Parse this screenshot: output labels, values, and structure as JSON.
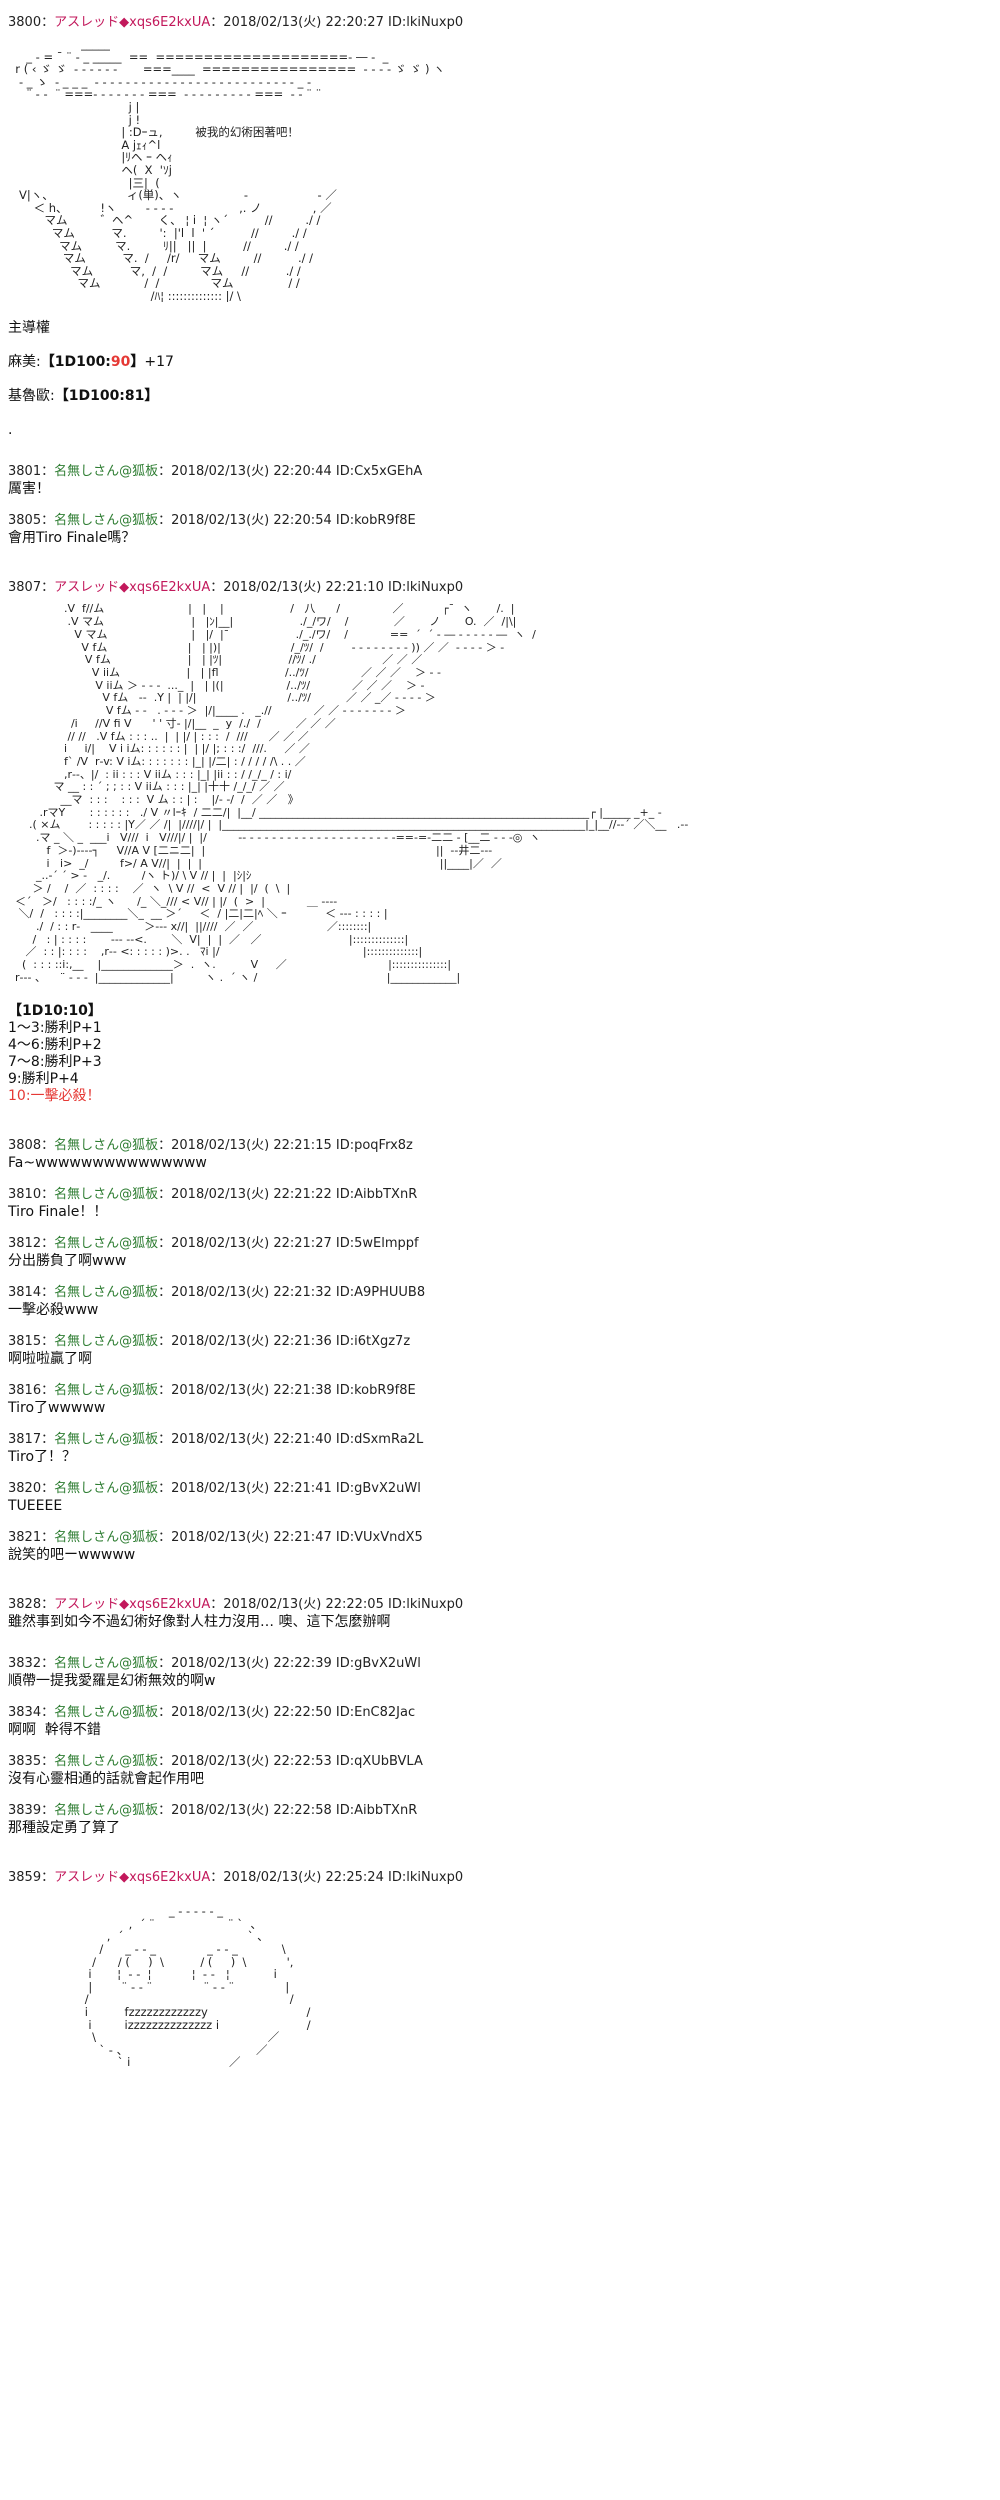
{
  "posts": [
    {
      "id": "p3800",
      "num": "3800",
      "name": "アスレッド",
      "trip": "◆xqs6E2kxUA",
      "date": "2018/02/13(火) 22:20:27",
      "uid": "ID:lkiNuxp0",
      "op": true,
      "aa": "                    _____\n     _ ‐ = ¯ ¨ ‐ _ _____  ==  ====================‐ ― ‐  _\n  r ( ‹ ゞ ゞ  ‐ ‐ ‐ ‐ ‐ ‐       ===____  ================  ‐ ‐ ‐ ‐ ゞ ゞ ) ヽ\n   ‐ _ ゝ  ‐ _ _ _  ‐ ‐ ‐ ‐ ‐ ‐ ‐ ‐ ‐ ‐ ‐ ‐ ‐ ‐ ‐ ‐ ‐ ‐ ‐ ‐ ‐ ‐ ‐ ‐ ‐ ‐ _ ‐\n     ¨ ‐ ‐  ¨ ===‐ ‐ ‐ ‐ ‐ ‐ ‐ ===  ‐ ‐ ‐ ‐ ‐ ‐ ‐ ‐ ‐ ===  ‐ ‐ ¨ ¨\n                                 j |\n                                 j !\n                               | :Dｰュ,         被我的幻術困著吧！\n                               A jｪｨ^l\n                               |ﾘヘ ｰ ヘｨ\n                               ヘ(  X  'ｿj\n                                 |三|  (\n   V|ヽ、                    ィ(単)、ヽ                 ‐                   ‐ ／\n       ＜ h、         !ヽ        ‐ ‐ ‐ ‐                  ,. ノ              , ／\n          マム         ゛ヘ^       く、 ¦ i  ¦ ヽ´          //         ./ /\n            マム          マ.         ':  |'l  l  ' ´          //         ./ /\n              マム         マ.         ﾘ||   ||  |          //         ./ /\n               マム          マ.  /     /r/     マム         //          ./ /\n                 マム          マ,  /  /         マム     //          ./ /\n                   マム            /  /              マム               / /\n                                       /ﾊ¦ :::::::::::::: |/ \\"
    },
    {
      "id": "p3800b",
      "lines": [
        "主導權",
        "",
        "麻美:【1D100:90】+17",
        "",
        "基魯歐:【1D100:81】",
        "",
        "."
      ]
    },
    {
      "id": "p3801",
      "num": "3801",
      "name": "名無しさん@狐板",
      "date": "2018/02/13(火) 22:20:44",
      "uid": "ID:Cx5xGEhA",
      "lines": [
        "厲害！"
      ]
    },
    {
      "id": "p3805",
      "num": "3805",
      "name": "名無しさん@狐板",
      "date": "2018/02/13(火) 22:20:54",
      "uid": "ID:kobR9f8E",
      "lines": [
        "會用Tiro Finale嗎？"
      ]
    },
    {
      "id": "p3807",
      "num": "3807",
      "name": "アスレッド",
      "trip": "◆xqs6E2kxUA",
      "date": "2018/02/13(火) 22:21:10",
      "uid": "ID:lkiNuxp0",
      "op": true,
      "aa": "                .V  f//ム                        |   |    |                   /   八      /               ／           ┌¯  ヽ       /.  |\n                 .V マム                         |   |ﾝ|__|                   ./_/ワ/    /             ／       ノ       O.  ／  /|\\|\n                   V マム                        |   |/  |¯                   ./_./ワ/    /            ==  ´  ´ ‐ ― ‐ ‐ ‐ ‐ ‐ ―  ヽ  /\n                     V fム                       |   | |)|                    /_/ﾂ/  /        ‐ ‐ ‐ ‐ ‐ ‐ ‐ ‐ )) ／ ／  ‐ ‐ ‐ ‐ ＞ ‐\n                      V fム                      |   | |ﾂ|                   //ﾂ/ ./                   ／ ／ ／\n                        V iiム                   |   | |fl                   /../ﾂ/               ／ ／ ／    ＞ ‐ ‐\n                         V iiム ＞ ‐ ‐ ‐  ..._  |   | |(|                  /../ﾂ/            ／ ／ ／    ＞ ‐\n                           V fム   ‐‐  .Y |  | |/|                          /../ﾂ/          ／ ／ _／ ‐ ‐ ‐ ‐ ＞\n                            V fム ‐ ‐   . ‐ ‐ ‐ ＞  |/|____ .   _.//            ／ ／ ‐ ‐ ‐ ‐ ‐ ‐ ‐ ＞\n                  /i     //V fi V      ' ' 寸‐ |/|__  _  y  /./  /          ／ ／ ／\n                 // //   .V fム : : : ..  |  | |/ | : : :  /  ///      ／ ／ ／\n                i     i/|    V i iム: : : : : : |  | |/ |; : : :/  ///.     ／ ／\n                f` /V  r‐v: V iム: : : : : : : |_| |/二| : / / / / /\\ . . ／\n                ,r‐‐、|/  : ii : : : V iiム : : : |_| |ii : : / /_/_ / : i/\n             マ __ : : ´ ; ; : : V iiム : : : |_| |十十 /_/_/ ／ ／\n               __マ  : : :    : : :  V ム : : | :    |/‐ ‐/  /  ／ ／   》\n         .rマY       : : : : : :   ./ V 〃lｰｷ  / 二二/|  |__/ ____________________________________________________________┌ |_____ _+_ -\n      .( ×ム        : : : : : |Y／ ／ /|  |////|/ |  |__________________________________________________________________|_|__//‐‐´ ／＼__   .‐‐\n        .マ _ ＼ _  ___i   V///  i   V///|/ |  |/         ‐‐ ‐ ‐ ‐ ‐ ‐ ‐ ‐ ‐ ‐ ‐ ‐ ‐ ‐ ‐ ‐ ‐ ‐ ‐ ‐ ‐==‐=‐二二 ‐ [__二 ‐ ‐ ‐◎  ヽ\n           f  ＞‐)‐‐‐‐┐     V//A V [二ニ二|  |                                                                  ||  ‐‐井二‐‐‐\n           i   i>  _/         f>/ A V//|  |  |  |                                                                    ||____|／  ／\n        _..-´ ´ > ‐   _/.         /ヽ ト)/ \\ V // |  |  |ｼ|ｼ\n       ＞ /    /  ／  : : : :    ／  ヽ  \\ V //  <  V // |  |/  (  \\  |\n  ＜´   ＞/   : : : :/_ ヽ      /_ ＼_/// < V// | |/  (  >  |            ＿ ‐‐‐‐\n   ＼/  /   : : : :|________＼_  __ ＞´     ＜  / |二|二|ﾍ ＼ ｰ           ＜ ‐‐‐ : : : : |\n        ./  / : : r‐   ____         ＞‐‐‐ x//|  ||////  ／  ／                     ／::::::::|\n       /   : | : : : :       ‐‐‐ ‐‐<.       ＼  V|  |  |  ／   ／                         |::::::::::::::|\n     ／  : : |: : : :    ,r‐‐ <: : : : : )>. .   ﾏi |/                                         |::::::::::::::|\n    (  : : : ::i:,__    |_____________＞  .  ヽ.          V     ／                             |:::::::::::::::|\n  r‐‐‐ 、    ¨ ‐ ‐ ‐  |_____________|         ヽ .  ´ ヽ /                                     |____________|"
    },
    {
      "id": "p3807b",
      "lines": [
        "【1D10:10】",
        "1～3:勝利P+1",
        "4～6:勝利P+2",
        "7～8:勝利P+3",
        "9:勝利P+4",
        "10:一擊必殺！"
      ]
    },
    {
      "id": "p3808",
      "num": "3808",
      "name": "名無しさん@狐板",
      "date": "2018/02/13(火) 22:21:15",
      "uid": "ID:poqFrx8z",
      "lines": [
        "Fa~wwwwwwwwwwwwwww"
      ]
    },
    {
      "id": "p3810",
      "num": "3810",
      "name": "名無しさん@狐板",
      "date": "2018/02/13(火) 22:21:22",
      "uid": "ID:AibbTXnR",
      "lines": [
        "Tiro Finale！！"
      ]
    },
    {
      "id": "p3812",
      "num": "3812",
      "name": "名無しさん@狐板",
      "date": "2018/02/13(火) 22:21:27",
      "uid": "ID:5wElmppf",
      "lines": [
        "分出勝負了啊www"
      ]
    },
    {
      "id": "p3814",
      "num": "3814",
      "name": "名無しさん@狐板",
      "date": "2018/02/13(火) 22:21:32",
      "uid": "ID:A9PHUUB8",
      "lines": [
        "一擊必殺www"
      ]
    },
    {
      "id": "p3815",
      "num": "3815",
      "name": "名無しさん@狐板",
      "date": "2018/02/13(火) 22:21:36",
      "uid": "ID:i6tXgz7z",
      "lines": [
        "啊啦啦贏了啊"
      ]
    },
    {
      "id": "p3816",
      "num": "3816",
      "name": "名無しさん@狐板",
      "date": "2018/02/13(火) 22:21:38",
      "uid": "ID:kobR9f8E",
      "lines": [
        "Tiro了wwwww"
      ]
    },
    {
      "id": "p3817",
      "num": "3817",
      "name": "名無しさん@狐板",
      "date": "2018/02/13(火) 22:21:40",
      "uid": "ID:dSxmRa2L",
      "lines": [
        "Tiro了！？"
      ]
    },
    {
      "id": "p3820",
      "num": "3820",
      "name": "名無しさん@狐板",
      "date": "2018/02/13(火) 22:21:41",
      "uid": "ID:gBvX2uWl",
      "lines": [
        "TUEEEE"
      ]
    },
    {
      "id": "p3821",
      "num": "3821",
      "name": "名無しさん@狐板",
      "date": "2018/02/13(火) 22:21:47",
      "uid": "ID:VUxVndX5",
      "lines": [
        "說笑的吧ーwwwww"
      ]
    },
    {
      "id": "p3828",
      "num": "3828",
      "name": "アスレッド",
      "trip": "◆xqs6E2kxUA",
      "date": "2018/02/13(火) 22:22:05",
      "uid": "ID:lkiNuxp0",
      "op": true,
      "lines": [
        "雖然事到如今不過幻術好像對人柱力沒用… 噢、這下怎麼辦啊"
      ]
    },
    {
      "id": "p3832",
      "num": "3832",
      "name": "名無しさん@狐板",
      "date": "2018/02/13(火) 22:22:39",
      "uid": "ID:gBvX2uWl",
      "lines": [
        "順帶一提我愛羅是幻術無效的啊w"
      ]
    },
    {
      "id": "p3834",
      "num": "3834",
      "name": "名無しさん@狐板",
      "date": "2018/02/13(火) 22:22:50",
      "uid": "ID:EnC82Jac",
      "lines": [
        "啊啊  幹得不錯"
      ]
    },
    {
      "id": "p3835",
      "num": "3835",
      "name": "名無しさん@狐板",
      "date": "2018/02/13(火) 22:22:53",
      "uid": "ID:qXUbBVLA",
      "lines": [
        "沒有心靈相通的話就會起作用吧"
      ]
    },
    {
      "id": "p3839",
      "num": "3839",
      "name": "名無しさん@狐板",
      "date": "2018/02/13(火) 22:22:58",
      "uid": "ID:AibbTXnR",
      "lines": [
        "那種設定勇了算了"
      ]
    },
    {
      "id": "p3859",
      "num": "3859",
      "name": "アスレッド",
      "trip": "◆xqs6E2kxUA",
      "date": "2018/02/13(火) 22:25:24",
      "uid": "ID:lkiNuxp0",
      "op": true,
      "aa": "\n                                            _ ‐ ‐ ‐ ‐ ‐ _\n                                 ,  ´ ¨                    ¨ `  、\n                           ,  ´                                  ` 、\n                         /      _ ‐ ‐ _              _ ‐ ‐ _            \\\n                       /      / (     )  \\          / (     )  \\           ',\n                      i       ¦  ‐ ‐  ¦           ¦  ‐ ‐   ¦            i\n                      |        ¨ ‐ ‐ ¨              ¨ ‐ ‐ ¨              |\n                     /                                                       /\n                     i          fzzzzzzzzzzzzy                           /\n                      i         izzzzzzzzzzzzzz i                        /\n                       \\                                               ／\n                         ` ‐ 、                                   ／\n                              ` i                           ／"
    }
  ]
}
